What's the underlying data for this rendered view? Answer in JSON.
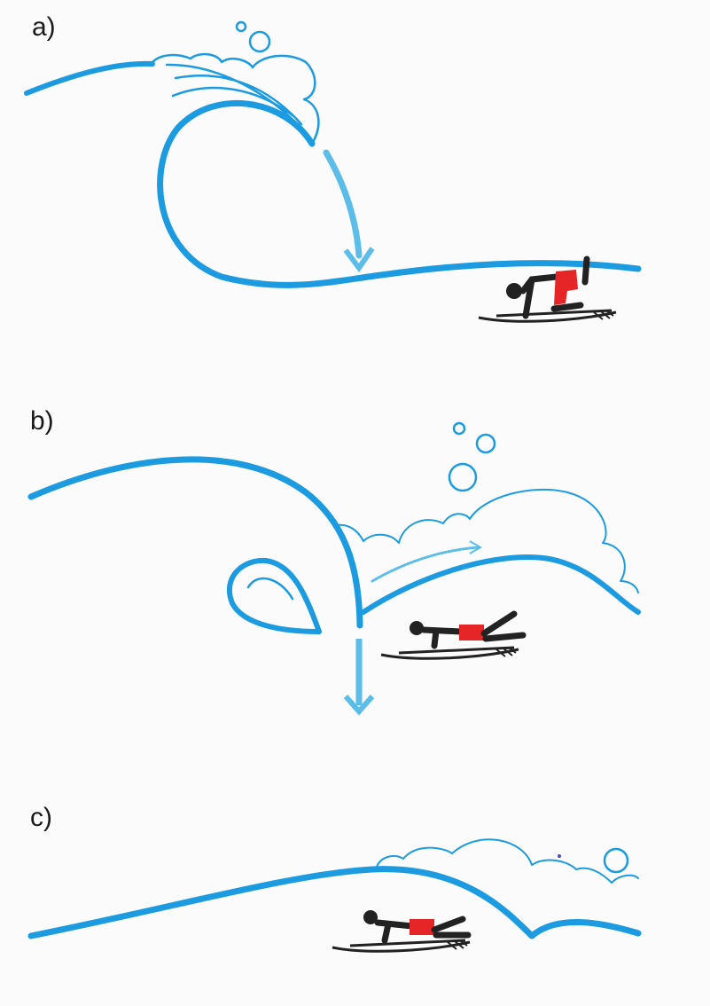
{
  "panels": [
    {
      "label": "a)"
    },
    {
      "label": "b)"
    },
    {
      "label": "c)"
    }
  ],
  "colors": {
    "wave": "#1d9be0",
    "arrow": "#5bbde8",
    "surfer_body": "#222222",
    "surfer_shorts": "#e52526"
  }
}
